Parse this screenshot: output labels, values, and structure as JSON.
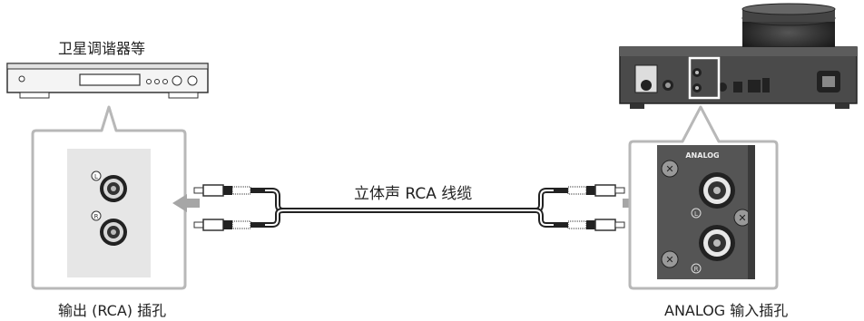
{
  "labels": {
    "source_device": "卫星调谐器等",
    "cable": "立体声 RCA 线缆",
    "output_jack": "输出 (RCA) 插孔",
    "input_jack": "ANALOG 输入插孔"
  },
  "jack_markers": {
    "left": "L",
    "right": "R"
  },
  "panel_text": {
    "analog": "ANALOG"
  }
}
